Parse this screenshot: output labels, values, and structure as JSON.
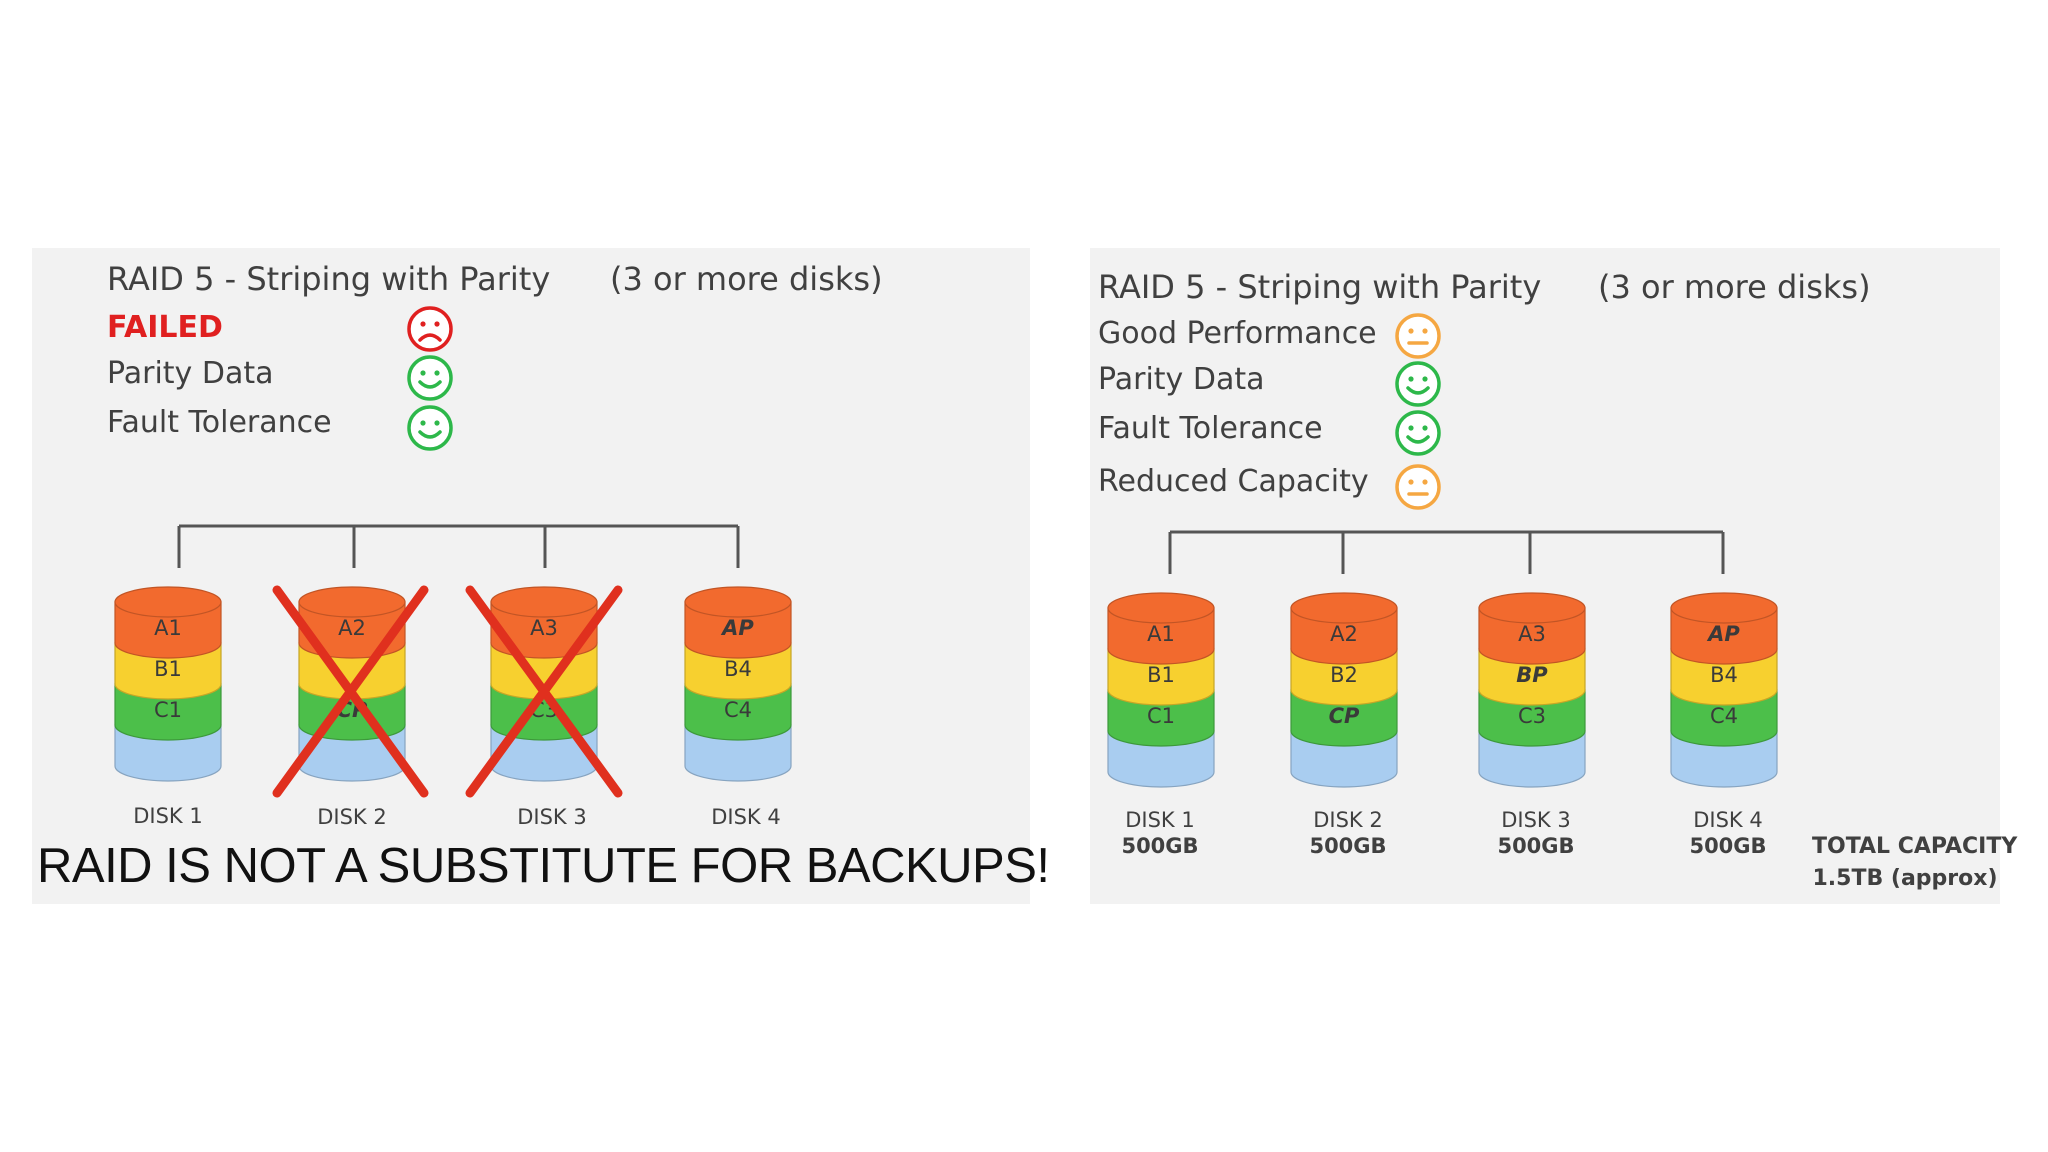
{
  "left": {
    "title": "RAID 5 - Striping with Parity",
    "subtitle": "(3 or more disks)",
    "features": [
      {
        "label": "FAILED",
        "status": "sad",
        "color": "#e02020"
      },
      {
        "label": "Parity Data",
        "status": "happy",
        "color": "#2db84a"
      },
      {
        "label": "Fault Tolerance",
        "status": "happy",
        "color": "#2db84a"
      }
    ],
    "disks": [
      {
        "label": "DISK 1",
        "blocks": [
          "A1",
          "B1",
          "C1"
        ],
        "failed": false
      },
      {
        "label": "DISK 2",
        "blocks": [
          "A2",
          "",
          "CP"
        ],
        "failed": true
      },
      {
        "label": "DISK 3",
        "blocks": [
          "A3",
          "",
          "C3"
        ],
        "failed": true
      },
      {
        "label": "DISK 4",
        "blocks": [
          "AP",
          "B4",
          "C4"
        ],
        "failed": false
      }
    ],
    "banner": "RAID IS NOT A SUBSTITUTE FOR BACKUPS!"
  },
  "right": {
    "title": "RAID 5 - Striping with Parity",
    "subtitle": "(3 or more disks)",
    "features": [
      {
        "label": "Good Performance",
        "status": "neutral",
        "color": "#f5a742"
      },
      {
        "label": "Parity Data",
        "status": "happy",
        "color": "#2db84a"
      },
      {
        "label": "Fault Tolerance",
        "status": "happy",
        "color": "#2db84a"
      },
      {
        "label": "Reduced Capacity",
        "status": "neutral",
        "color": "#f5a742"
      }
    ],
    "disks": [
      {
        "label": "DISK 1",
        "size": "500GB",
        "blocks": [
          "A1",
          "B1",
          "C1"
        ]
      },
      {
        "label": "DISK 2",
        "size": "500GB",
        "blocks": [
          "A2",
          "B2",
          "CP"
        ]
      },
      {
        "label": "DISK 3",
        "size": "500GB",
        "blocks": [
          "A3",
          "BP",
          "C3"
        ]
      },
      {
        "label": "DISK 4",
        "size": "500GB",
        "blocks": [
          "AP",
          "B4",
          "C4"
        ]
      }
    ],
    "total_capacity_label": "TOTAL CAPACITY",
    "total_capacity_value": "1.5TB (approx)"
  },
  "colors": {
    "layer_a": "#f26a2e",
    "layer_b": "#f7d02f",
    "layer_c": "#4cbf4a",
    "layer_base": "#a9cdf0",
    "cross": "#e0301e"
  }
}
